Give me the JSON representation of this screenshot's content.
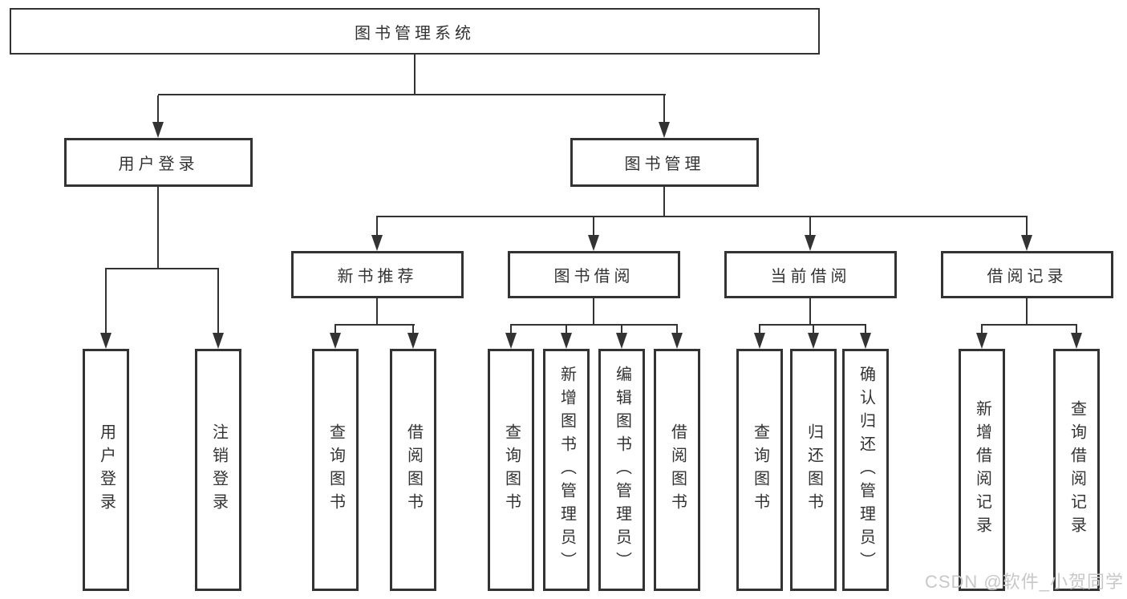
{
  "nodes": {
    "root": "图书管理系统",
    "level2": [
      "用户登录",
      "图书管理"
    ],
    "level3": [
      "新书推荐",
      "图书借阅",
      "当前借阅",
      "借阅记录"
    ],
    "leaves": {
      "user_login": [
        "用户登录",
        "注销登录"
      ],
      "new_book": [
        "查询图书",
        "借阅图书"
      ],
      "book_borrow": [
        "查询图书",
        "新增图书（管理员）",
        "编辑图书（管理员）",
        "借阅图书"
      ],
      "current_borrow": [
        "查询图书",
        "归还图书",
        "确认归还（管理员）"
      ],
      "borrow_record": [
        "新增借阅记录",
        "查询借阅记录"
      ]
    }
  },
  "watermark": "CSDN @软件_小贺同学",
  "colors": {
    "line": "#333333",
    "text": "#333333",
    "background": "#ffffff",
    "watermark": "#c8c8c8"
  }
}
